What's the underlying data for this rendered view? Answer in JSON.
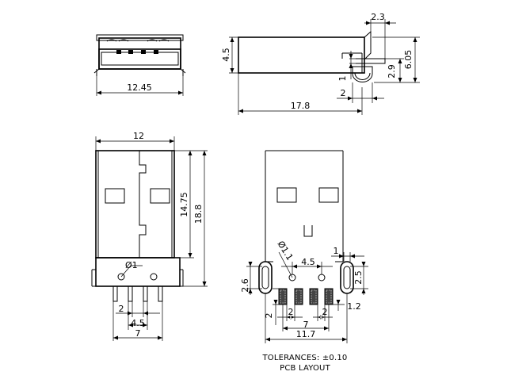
{
  "views": {
    "front": {
      "width": "12.45"
    },
    "side": {
      "height": "4.5",
      "top_offset": "2.3",
      "length": "17.8",
      "pin_gap": "2",
      "pin_thickness": "1",
      "pin_height": "2.9",
      "total_height": "6.05"
    },
    "top": {
      "width": "12",
      "body_length": "14.75",
      "total_length": "18.8",
      "hole_diameter": "Ø1",
      "pin_pitch": "2",
      "pin_span_inner": "4.5",
      "pin_span_outer": "7"
    },
    "pcb_layout": {
      "slot_diameter": "Ø1.1",
      "hole_spacing": "4.5",
      "slot_width": "1",
      "slot_height_left": "2.6",
      "slot_height_right": "2.5",
      "pad_length": "2",
      "pad_pitch_left": "2",
      "pad_span": "7",
      "pad_pitch_right": "2",
      "pad_width": "1.2",
      "overall_width": "11.7"
    }
  },
  "notes": {
    "tolerances": "TOLERANCES: ±0.10",
    "layout": "PCB LAYOUT"
  }
}
